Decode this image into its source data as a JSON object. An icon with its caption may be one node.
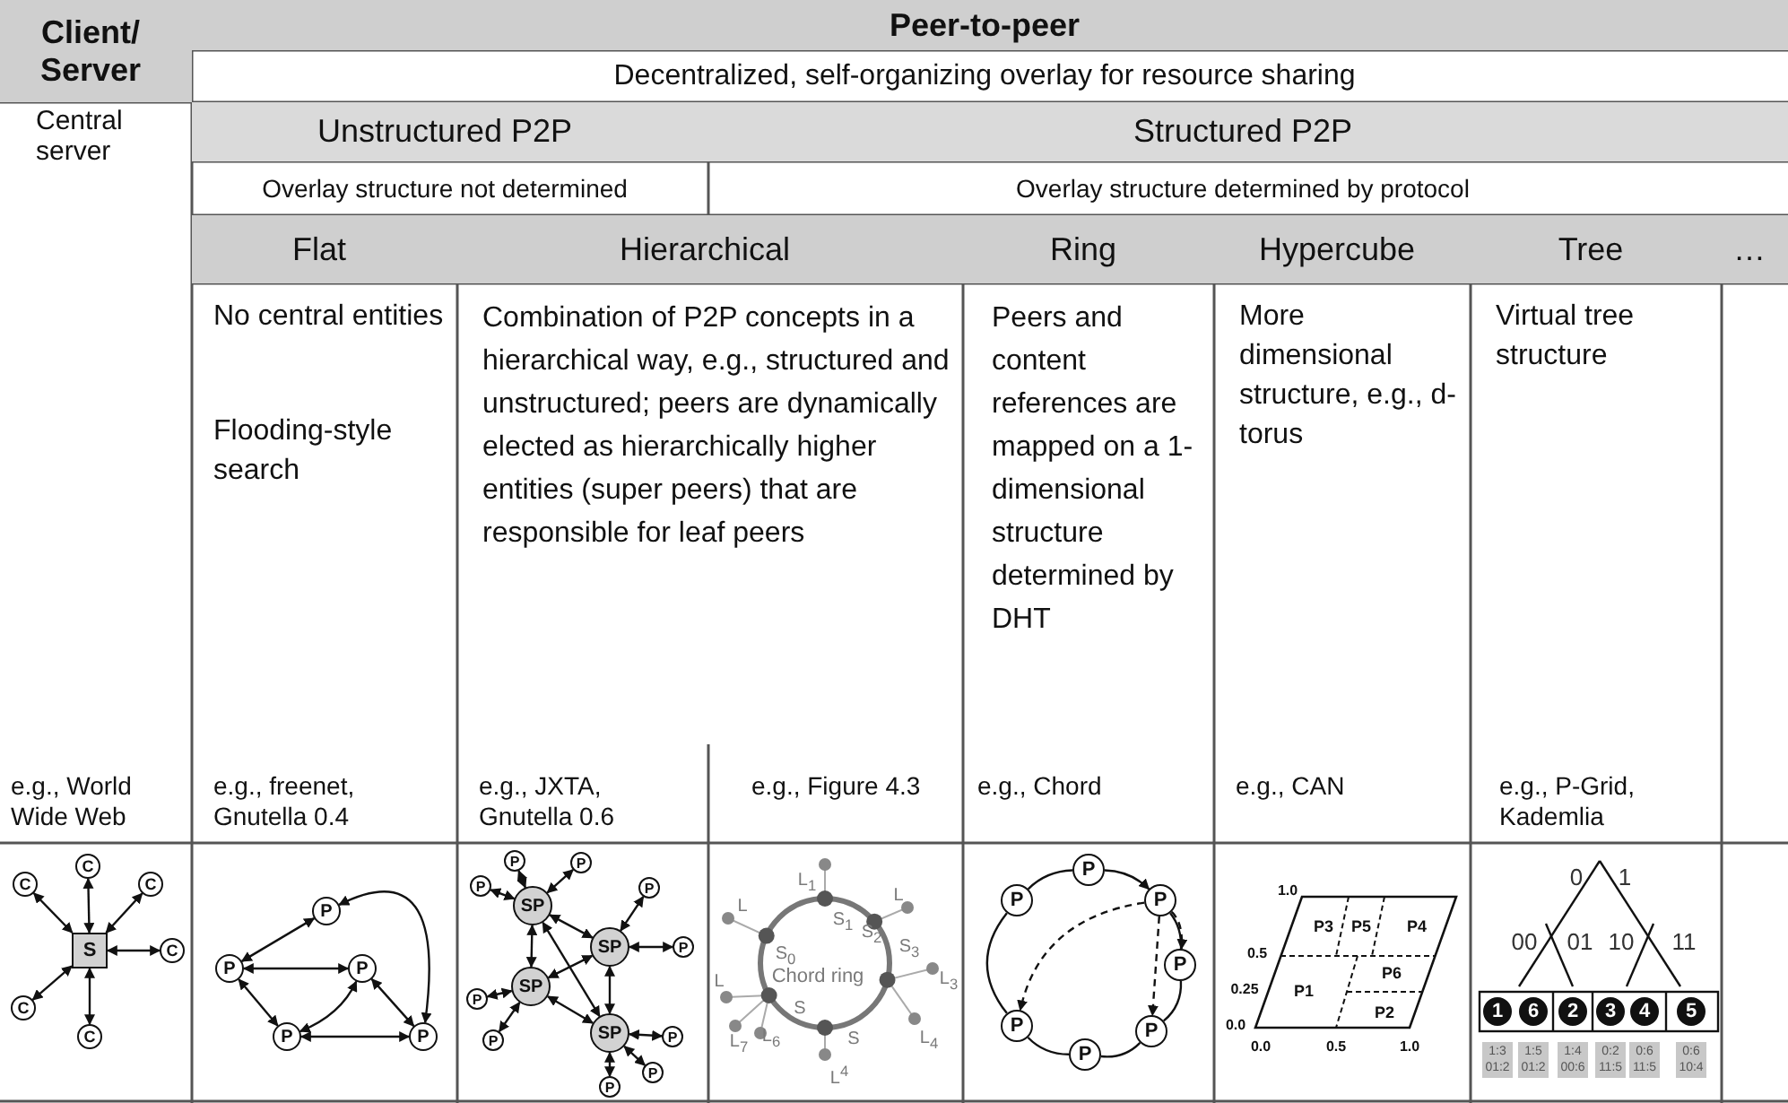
{
  "diagram": {
    "nodes": [
      {
        "text": [
          "S"
        ]
      },
      {
        "text": [
          "C"
        ]
      },
      {
        "text": [
          "C"
        ]
      },
      {
        "text": [
          "C"
        ]
      },
      {
        "text": [
          "C"
        ]
      },
      {
        "text": [
          "C"
        ]
      },
      {
        "text": [
          "C"
        ]
      },
      {
        "text": [
          "P"
        ]
      },
      {
        "text": [
          "P"
        ]
      },
      {
        "text": [
          "P"
        ]
      },
      {
        "text": [
          "P"
        ]
      },
      {
        "text": [
          "P"
        ]
      },
      {
        "text": [
          "SP"
        ]
      },
      {
        "text": [
          "SP"
        ]
      },
      {
        "text": [
          "SP"
        ]
      },
      {
        "text": [
          "SP"
        ]
      },
      {
        "text": [
          "P"
        ]
      },
      {
        "text": [
          "P"
        ]
      },
      {
        "text": [
          "P"
        ]
      },
      {
        "text": [
          "P"
        ]
      },
      {
        "text": [
          "P"
        ]
      },
      {
        "text": [
          "P"
        ]
      },
      {
        "text": [
          "P"
        ]
      },
      {
        "text": [
          "P"
        ]
      },
      {
        "text": [
          "P"
        ]
      },
      {
        "text": [
          "P"
        ]
      },
      {
        "text": [
          "P"
        ]
      },
      {
        "text": [
          "P"
        ]
      },
      {
        "text": [
          "P"
        ]
      },
      {
        "text": [
          "P"
        ]
      },
      {
        "text": [
          "P"
        ]
      },
      {
        "text": [
          "P"
        ]
      },
      {
        "text": [
          "P"
        ]
      },
      {
        "text": [
          "1"
        ]
      },
      {
        "text": [
          "6"
        ]
      },
      {
        "text": [
          "2"
        ]
      },
      {
        "text": [
          "3"
        ]
      },
      {
        "text": [
          "4"
        ]
      },
      {
        "text": [
          "5"
        ]
      }
    ],
    "edges": [
      {
        "from": 0,
        "to": 1,
        "arrow": "both"
      },
      {
        "from": 0,
        "to": 2,
        "arrow": "both"
      },
      {
        "from": 0,
        "to": 3,
        "arrow": "both"
      },
      {
        "from": 0,
        "to": 4,
        "arrow": "both"
      },
      {
        "from": 0,
        "to": 5,
        "arrow": "both"
      },
      {
        "from": 0,
        "to": 6,
        "arrow": "both"
      },
      {
        "from": 8,
        "to": 7,
        "arrow": "both"
      },
      {
        "from": 8,
        "to": 9,
        "arrow": "both"
      },
      {
        "from": 8,
        "to": 10,
        "arrow": "both"
      },
      {
        "from": 10,
        "to": 9,
        "arrow": "both"
      },
      {
        "from": 9,
        "to": 11,
        "arrow": "both"
      },
      {
        "from": 10,
        "to": 11,
        "arrow": "both"
      },
      {
        "from": 7,
        "to": 11,
        "arrow": "both"
      },
      {
        "from": 12,
        "to": 13,
        "arrow": "both"
      },
      {
        "from": 12,
        "to": 14,
        "arrow": "both"
      },
      {
        "from": 12,
        "to": 15,
        "arrow": "both"
      },
      {
        "from": 14,
        "to": 13,
        "arrow": "both"
      },
      {
        "from": 13,
        "to": 15,
        "arrow": "both"
      },
      {
        "from": 14,
        "to": 15,
        "arrow": "both"
      },
      {
        "from": 16,
        "to": 12,
        "arrow": "both"
      },
      {
        "from": 17,
        "to": 12,
        "arrow": "both"
      },
      {
        "from": 18,
        "to": 12,
        "arrow": "both"
      },
      {
        "from": 19,
        "to": 13,
        "arrow": "both"
      },
      {
        "from": 20,
        "to": 13,
        "arrow": "both"
      },
      {
        "from": 21,
        "to": 14,
        "arrow": "both"
      },
      {
        "from": 22,
        "to": 14,
        "arrow": "both"
      },
      {
        "from": 23,
        "to": 15,
        "arrow": "both"
      },
      {
        "from": 24,
        "to": 15,
        "arrow": "both"
      },
      {
        "from": 25,
        "to": 15,
        "arrow": "both"
      },
      {
        "from": 27,
        "to": 26,
        "arrow": "none"
      },
      {
        "from": 26,
        "to": 28,
        "arrow": "to"
      },
      {
        "from": 28,
        "to": 29,
        "arrow": "none"
      },
      {
        "from": 29,
        "to": 31,
        "arrow": "none"
      },
      {
        "from": 31,
        "to": 32,
        "arrow": "none"
      },
      {
        "from": 32,
        "to": 30,
        "arrow": "none"
      },
      {
        "from": 30,
        "to": 27,
        "arrow": "none"
      },
      {
        "from": 28,
        "to": 30,
        "arrow": "to",
        "style": "dashed"
      },
      {
        "from": 28,
        "to": 29,
        "arrow": "to",
        "style": "dashed"
      },
      {
        "from": 28,
        "to": 31,
        "arrow": "to",
        "style": "dashed"
      }
    ],
    "labels": [
      "Client/ Server",
      "Peer-to-peer",
      "Decentralized, self-organizing overlay for resource sharing",
      "Central server",
      "Unstructured P2P",
      "Structured P2P",
      "Overlay structure not determined",
      "Overlay structure determined by protocol",
      "Flat",
      "Hierarchical",
      "Ring",
      "Hypercube",
      "Tree",
      "…",
      "No central entities",
      "Flooding-style search",
      "Combination of P2P concepts in a hierarchical way, e.g., structured and unstructured; peers are dynamically elected as hierarchically higher entities (super peers) that are responsible for leaf peers",
      "Peers and content references are mapped on a 1-dimensional structure determined by DHT",
      "More dimensional structure, e.g., d-torus",
      "Virtual tree structure",
      "e.g., World Wide Web",
      "e.g., freenet, Gnutella 0.4",
      "e.g., JXTA, Gnutella 0.6",
      "e.g., Figure 4.3",
      "e.g., Chord",
      "e.g., CAN",
      "e.g., P-Grid, Kademlia",
      "L$_{1}$",
      "L",
      "L",
      "S$_{1}$",
      "S$_{0}$",
      "S$_{2}$",
      "Chord ring",
      "L",
      "S$_{3}$",
      "L$_{3}$",
      "L$_{7}$",
      "L$_{6}$",
      "S",
      "S",
      "L$_{4}$",
      "L$^{4}$",
      "1.0",
      "P3",
      "P5",
      "P4",
      "0.5",
      "P6",
      "0.25",
      "P1",
      "P2",
      "0.0",
      "0.0",
      "0.5",
      "1.0",
      "0",
      "1",
      "00",
      "01",
      "10",
      "11",
      "1:3 01:2",
      "1:5 01:2",
      "1:4 00:6",
      "0:2 11:5",
      "0:6 11:5",
      "0:6 10:4"
    ]
  }
}
